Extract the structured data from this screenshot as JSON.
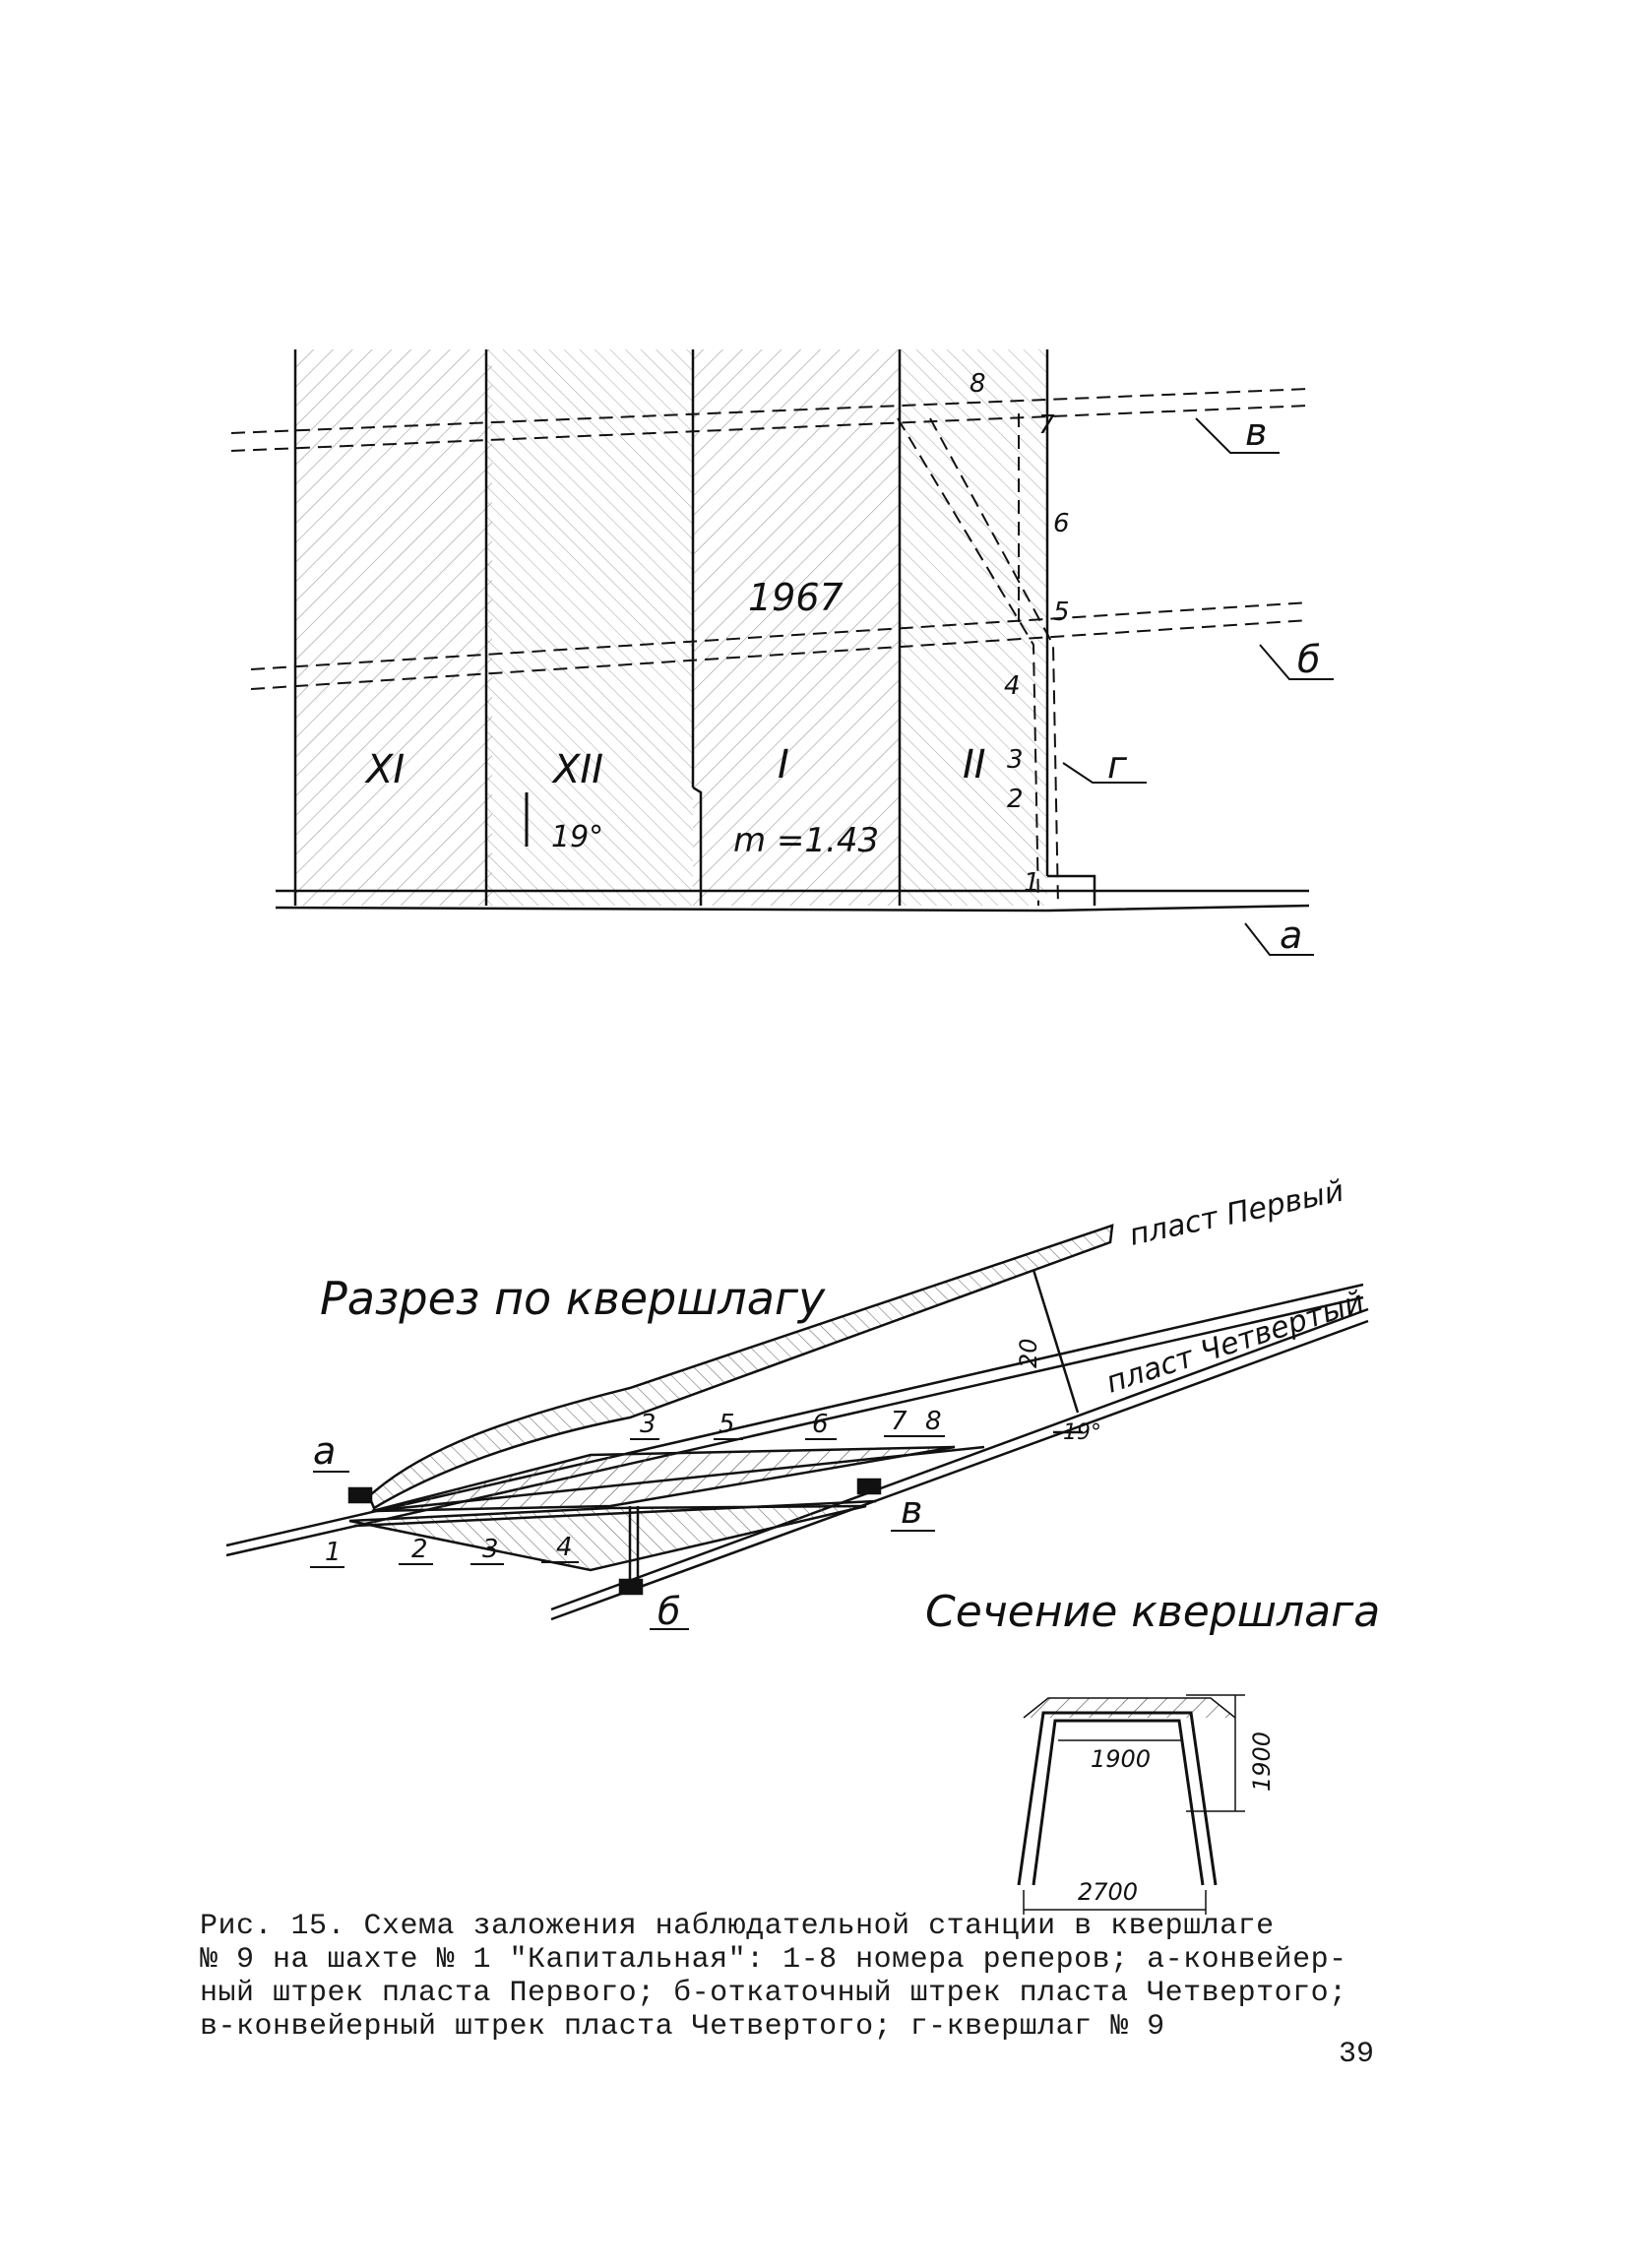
{
  "plan": {
    "panels": [
      "XI",
      "XII",
      "I",
      "II"
    ],
    "year": "1967",
    "dip": "19°",
    "thickness": "m =1.43",
    "benchmarks": [
      "1",
      "2",
      "3",
      "4",
      "5",
      "6",
      "7",
      "8"
    ],
    "labels": {
      "a": "а",
      "b": "б",
      "v": "в",
      "g": "г"
    }
  },
  "section": {
    "title": "Разрез по квершлагу",
    "seam_top": "пласт Первый",
    "seam_bottom": "пласт Четвертый",
    "distance": "20",
    "dip": "19°",
    "benchmarks_top": [
      "3",
      "5",
      "6",
      "7",
      "8"
    ],
    "benchmarks_bottom": [
      "1",
      "2",
      "3",
      "4"
    ],
    "labels": {
      "a": "а",
      "b": "б",
      "v": "в"
    }
  },
  "cross_section": {
    "title": "Сечение квершлага",
    "width_top": "1900",
    "height": "1900",
    "width_bottom": "2700"
  },
  "caption": "Рис. 15. Схема заложения наблюдательной станции в квершлаге\n№ 9 на шахте № 1 \"Капитальная\": 1-8 номера реперов; а-конвейер-\nный штрек пласта Первого; б-откаточный штрек пласта Четвертого;\nв-конвейерный штрек пласта Четвертого; г-квершлаг № 9",
  "page_number": "39"
}
